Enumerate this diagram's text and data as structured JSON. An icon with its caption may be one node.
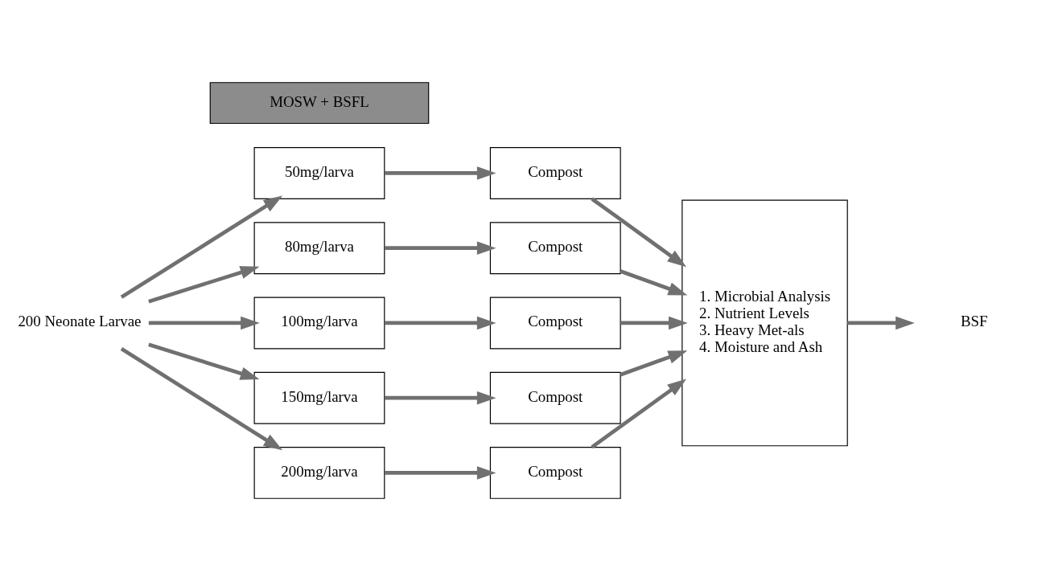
{
  "diagram": {
    "nodes": [
      {
        "text": [
          "200 Neonate Larvae"
        ]
      },
      {
        "text": [
          "MOSW + BSFL"
        ]
      },
      {
        "text": [
          "50mg/larva"
        ]
      },
      {
        "text": [
          "80mg/larva"
        ]
      },
      {
        "text": [
          "100mg/larva"
        ]
      },
      {
        "text": [
          "150mg/larva"
        ]
      },
      {
        "text": [
          "200mg/larva"
        ]
      },
      {
        "text": [
          "Compost"
        ]
      },
      {
        "text": [
          "Compost"
        ]
      },
      {
        "text": [
          "Compost"
        ]
      },
      {
        "text": [
          "Compost"
        ]
      },
      {
        "text": [
          "Compost"
        ]
      },
      {
        "text": [
          "1. Microbial Analysis",
          "2. Nutrient Levels",
          "3. Heavy Met-als",
          "4. Moisture and Ash"
        ]
      },
      {
        "text": [
          "BSF"
        ]
      }
    ],
    "edges": [
      {
        "from": 0,
        "to": 2,
        "arrow": "to"
      },
      {
        "from": 0,
        "to": 3,
        "arrow": "to"
      },
      {
        "from": 0,
        "to": 4,
        "arrow": "to"
      },
      {
        "from": 0,
        "to": 5,
        "arrow": "to"
      },
      {
        "from": 0,
        "to": 6,
        "arrow": "to"
      },
      {
        "from": 2,
        "to": 7,
        "arrow": "to"
      },
      {
        "from": 3,
        "to": 8,
        "arrow": "to"
      },
      {
        "from": 4,
        "to": 9,
        "arrow": "to"
      },
      {
        "from": 5,
        "to": 10,
        "arrow": "to"
      },
      {
        "from": 6,
        "to": 11,
        "arrow": "to"
      },
      {
        "from": 7,
        "to": 12,
        "arrow": "to"
      },
      {
        "from": 8,
        "to": 12,
        "arrow": "to"
      },
      {
        "from": 9,
        "to": 12,
        "arrow": "to"
      },
      {
        "from": 10,
        "to": 12,
        "arrow": "to"
      },
      {
        "from": 11,
        "to": 12,
        "arrow": "to"
      },
      {
        "from": 12,
        "to": 13,
        "arrow": "to"
      }
    ]
  }
}
